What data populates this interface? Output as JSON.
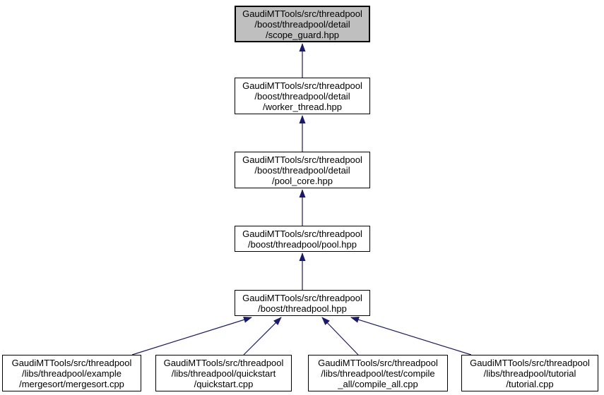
{
  "graph": {
    "kind": "include-dependency-graph",
    "colors": {
      "edge": "#191970",
      "node_border": "#000000",
      "node_fill": "#ffffff",
      "highlight_fill": "#bfbfbf",
      "text": "#000000",
      "background": "#ffffff"
    },
    "nodes": [
      {
        "id": "scope_guard_hpp",
        "label": "GaudiMTTools/src/threadpool\n/boost/threadpool/detail\n/scope_guard.hpp",
        "highlighted": true
      },
      {
        "id": "worker_thread_hpp",
        "label": "GaudiMTTools/src/threadpool\n/boost/threadpool/detail\n/worker_thread.hpp",
        "highlighted": false
      },
      {
        "id": "pool_core_hpp",
        "label": "GaudiMTTools/src/threadpool\n/boost/threadpool/detail\n/pool_core.hpp",
        "highlighted": false
      },
      {
        "id": "pool_hpp",
        "label": "GaudiMTTools/src/threadpool\n/boost/threadpool/pool.hpp",
        "highlighted": false
      },
      {
        "id": "threadpool_hpp",
        "label": "GaudiMTTools/src/threadpool\n/boost/threadpool.hpp",
        "highlighted": false
      },
      {
        "id": "mergesort_cpp",
        "label": "GaudiMTTools/src/threadpool\n/libs/threadpool/example\n/mergesort/mergesort.cpp",
        "highlighted": false
      },
      {
        "id": "quickstart_cpp",
        "label": "GaudiMTTools/src/threadpool\n/libs/threadpool/quickstart\n/quickstart.cpp",
        "highlighted": false
      },
      {
        "id": "compile_all_cpp",
        "label": "GaudiMTTools/src/threadpool\n/libs/threadpool/test/compile\n_all/compile_all.cpp",
        "highlighted": false
      },
      {
        "id": "tutorial_cpp",
        "label": "GaudiMTTools/src/threadpool\n/libs/threadpool/tutorial\n/tutorial.cpp",
        "highlighted": false
      }
    ],
    "edges": [
      {
        "from": "worker_thread_hpp",
        "to": "scope_guard_hpp"
      },
      {
        "from": "pool_core_hpp",
        "to": "worker_thread_hpp"
      },
      {
        "from": "pool_hpp",
        "to": "pool_core_hpp"
      },
      {
        "from": "threadpool_hpp",
        "to": "pool_hpp"
      },
      {
        "from": "mergesort_cpp",
        "to": "threadpool_hpp"
      },
      {
        "from": "quickstart_cpp",
        "to": "threadpool_hpp"
      },
      {
        "from": "compile_all_cpp",
        "to": "threadpool_hpp"
      },
      {
        "from": "tutorial_cpp",
        "to": "threadpool_hpp"
      }
    ]
  }
}
